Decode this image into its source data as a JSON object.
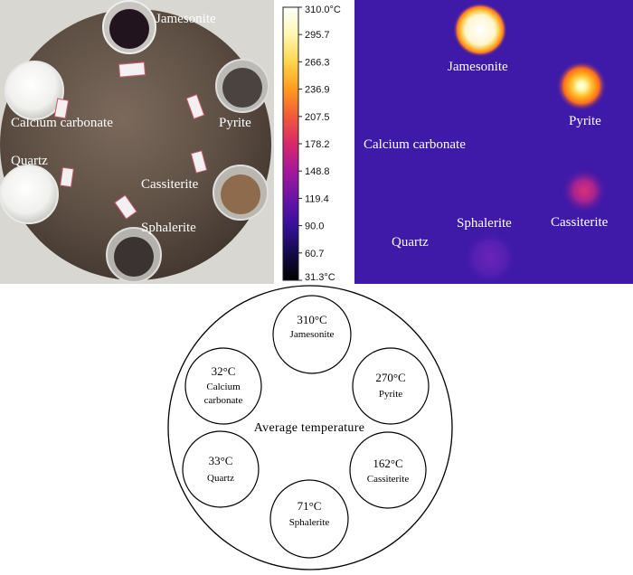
{
  "photo": {
    "labels": {
      "jamesonite": "Jamesonite",
      "calcium_carbonate": "Calcium carbonate",
      "pyrite": "Pyrite",
      "quartz": "Quartz",
      "cassiterite": "Cassiterite",
      "sphalerite": "Sphalerite"
    }
  },
  "color_scale": {
    "ticks": [
      "310.0°C",
      "295.7",
      "266.3",
      "236.9",
      "207.5",
      "178.2",
      "148.8",
      "119.4",
      "90.0",
      "60.7",
      "31.3°C"
    ],
    "colors": [
      "#ffffff",
      "#fff7b0",
      "#ffd54a",
      "#ff9a1f",
      "#f25a3a",
      "#d8286a",
      "#a4199a",
      "#6a14a6",
      "#35109a",
      "#140a4a",
      "#000000"
    ]
  },
  "thermal": {
    "labels": {
      "jamesonite": "Jamesonite",
      "pyrite": "Pyrite",
      "calcium_carbonate": "Calcium carbonate",
      "sphalerite": "Sphalerite",
      "cassiterite": "Cassiterite",
      "quartz": "Quartz"
    }
  },
  "diagram": {
    "center_label": "Average temperature",
    "samples": [
      {
        "name": "Jamesonite",
        "temp": "310°C"
      },
      {
        "name": "Pyrite",
        "temp": "270°C"
      },
      {
        "name": "Cassiterite",
        "temp": "162°C"
      },
      {
        "name": "Sphalerite",
        "temp": "71°C"
      },
      {
        "name": "Quartz",
        "temp": "33°C"
      },
      {
        "name_line1": "Calcium",
        "name_line2": "carbonate",
        "temp": "32°C"
      }
    ]
  }
}
